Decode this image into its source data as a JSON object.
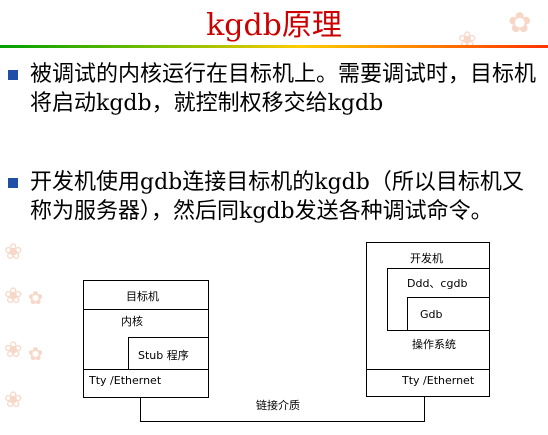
{
  "slide": {
    "title": "kgdb原理",
    "bullets": [
      "被调试的内核运行在目标机上。需要调试时，目标机将启动kgdb，就控制权移交给kgdb",
      "开发机使用gdb连接目标机的kgdb（所以目标机又称为服务器），然后同kgdb发送各种调试命令。"
    ]
  },
  "diagram": {
    "target": {
      "title": "目标机",
      "kernel": "内核",
      "stub": "Stub 程序",
      "tty": "Tty /Ethernet"
    },
    "host": {
      "title": "开发机",
      "ddd": "Ddd、cgdb",
      "gdb": "Gdb",
      "os": "操作系统",
      "tty": "Tty /Ethernet"
    },
    "link": "链接介质"
  },
  "colors": {
    "title": "#cc0000",
    "bullet": "#1f4fa8"
  }
}
